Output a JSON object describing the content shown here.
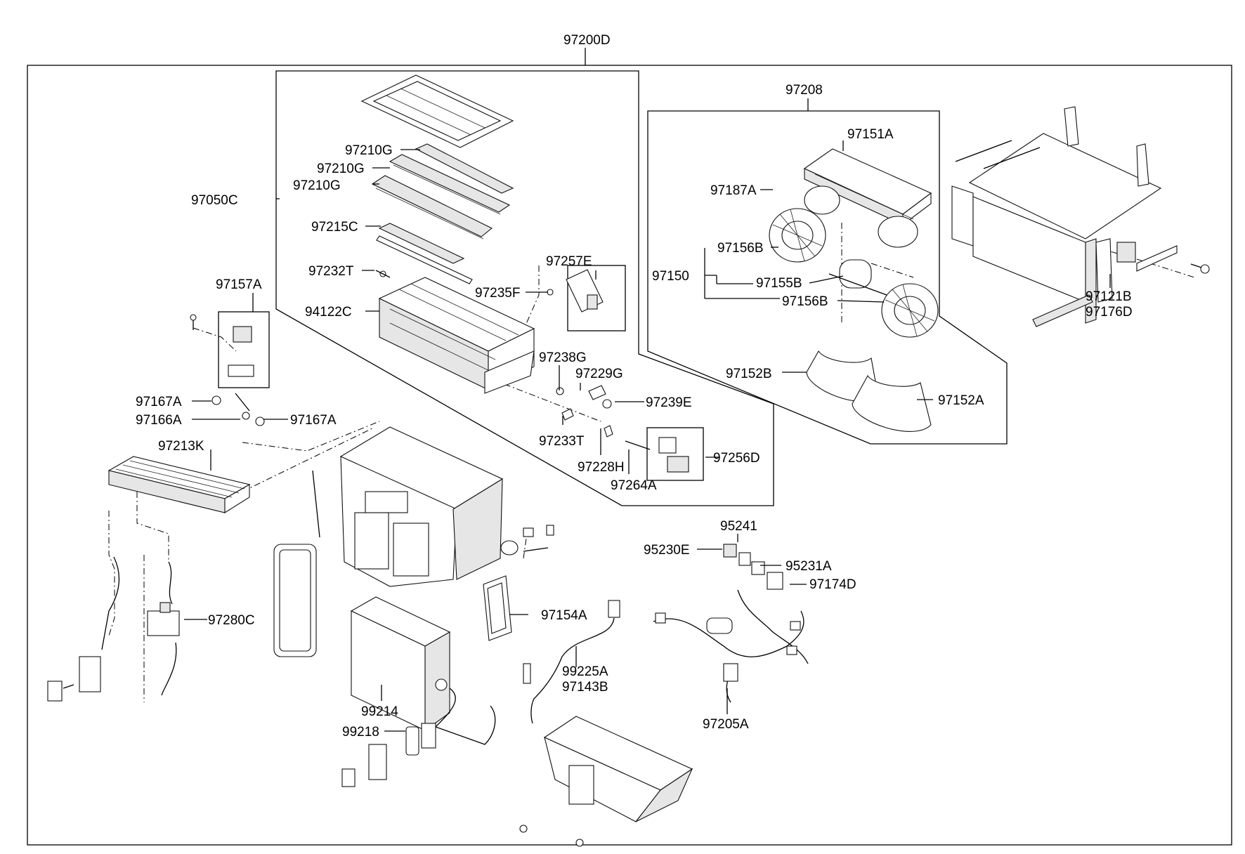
{
  "diagram": {
    "labels": {
      "assy_main": "97200D",
      "heater_case_assy": "97050C",
      "blower_assy": "97208",
      "blower_case": "97151A",
      "screw_97187a": "97187A",
      "fan_upper": "97156B",
      "blower_motor_group": "97150",
      "motor": "97155B",
      "fan_lower": "97156B",
      "duct_upper": "97152B",
      "duct_lower": "97152A",
      "door_1": "97210G",
      "door_2": "97210G",
      "door_3": "97210G",
      "door_seal": "97215C",
      "lever_97232t": "97232T",
      "actuator_assy": "97257E",
      "clip_97235f": "97235F",
      "case_upper": "94122C",
      "lever_97238g": "97238G",
      "lever_97229g": "97229G",
      "link_97239e": "97239E",
      "link_97233t": "97233T",
      "link_97228h": "97228H",
      "rod_97264a": "97264A",
      "actuator_97256d": "97256D",
      "actuator_97157a": "97157A",
      "valve_97167a_left": "97167A",
      "valve_97166a": "97166A",
      "valve_97167a_right": "97167A",
      "heater_core": "97213K",
      "water_valve": "97280C",
      "filter_97154a": "97154A",
      "evaporator": "99214",
      "exp_valve": "99218",
      "relay_95241": "95241",
      "relay_95230e": "95230E",
      "relay_95231a": "95231A",
      "relay_97174d": "97174D",
      "sensor_99225a": "99225A",
      "sensor_97143b": "97143B",
      "harness": "97205A",
      "resistor_97121b": "97121B",
      "resistor_97176d": "97176D"
    }
  }
}
